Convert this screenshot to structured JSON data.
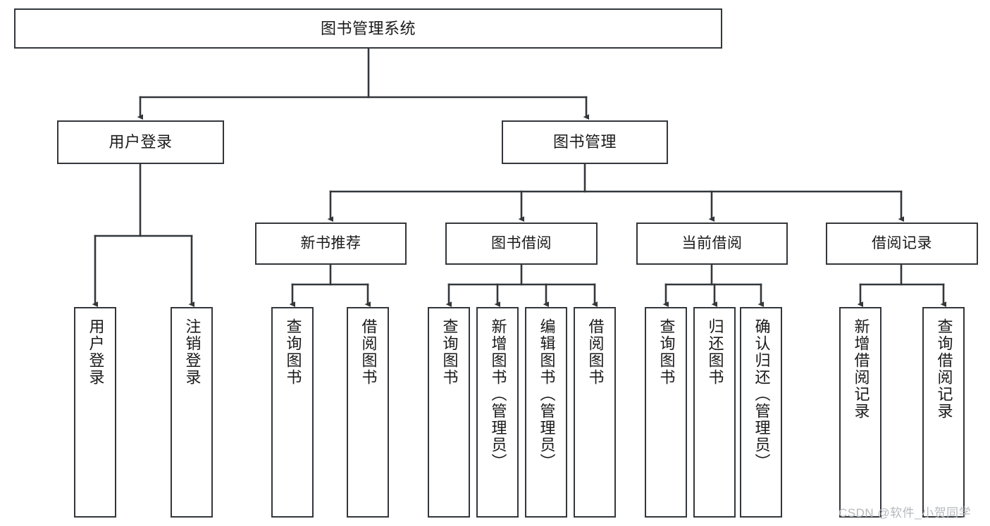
{
  "diagram": {
    "type": "tree",
    "title": "图书管理系统",
    "orientation": "top-down",
    "colors": {
      "box_border": "#33373b",
      "box_fill": "#ffffff",
      "edge": "#33373b",
      "text": "#1a1a1a",
      "watermark": "#b6b9bd",
      "background": "#ffffff"
    },
    "root": {
      "label": "图书管理系统"
    },
    "level1": [
      {
        "label": "用户登录"
      },
      {
        "label": "图书管理"
      }
    ],
    "level2": [
      {
        "label": "新书推荐"
      },
      {
        "label": "图书借阅"
      },
      {
        "label": "当前借阅"
      },
      {
        "label": "借阅记录"
      }
    ],
    "leaves": {
      "user_login": [
        {
          "label": "用户登录"
        },
        {
          "label": "注销登录"
        }
      ],
      "new_book_recommend": [
        {
          "label": "查询图书"
        },
        {
          "label": "借阅图书"
        }
      ],
      "book_borrow": [
        {
          "label": "查询图书"
        },
        {
          "label": "新增图书（管理员）"
        },
        {
          "label": "编辑图书（管理员）"
        },
        {
          "label": "借阅图书"
        }
      ],
      "current_borrow": [
        {
          "label": "查询图书"
        },
        {
          "label": "归还图书"
        },
        {
          "label": "确认归还（管理员）"
        }
      ],
      "borrow_record": [
        {
          "label": "新增借阅记录"
        },
        {
          "label": "查询借阅记录"
        }
      ]
    }
  },
  "watermark": {
    "text": "CSDN @软件_小贺同学"
  }
}
